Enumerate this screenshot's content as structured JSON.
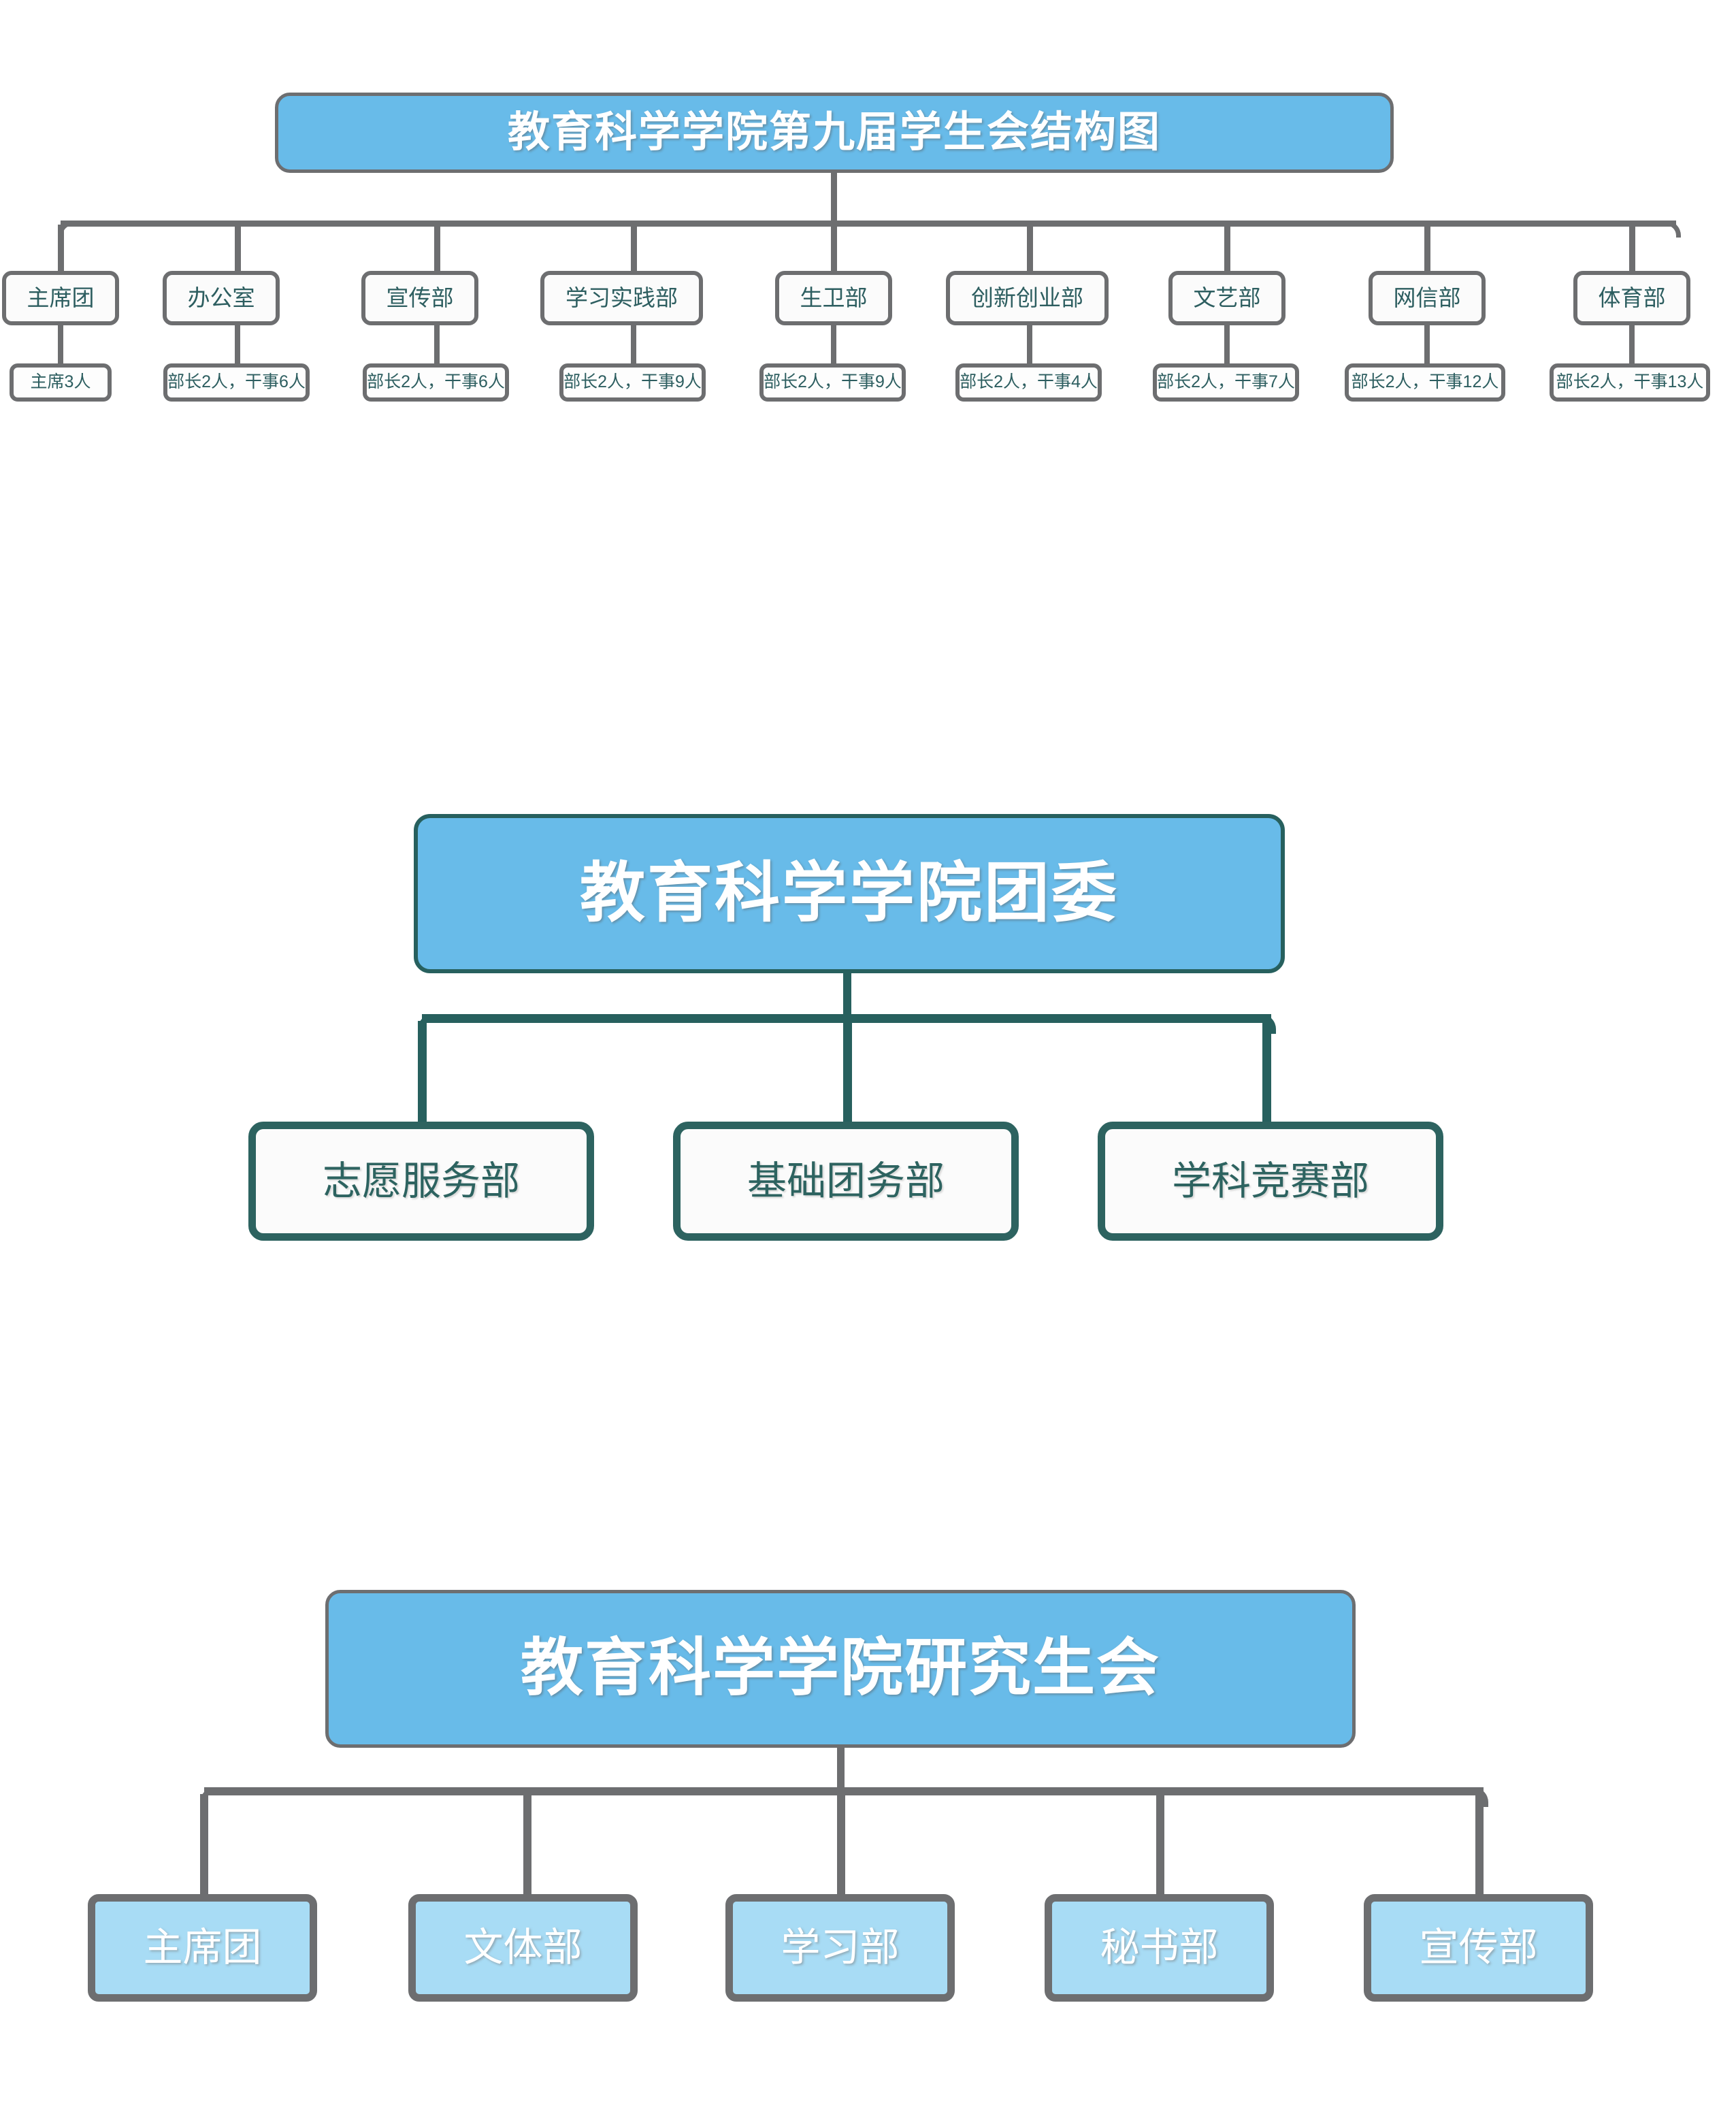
{
  "page": {
    "background_color": "#ffffff",
    "accent_blue": "#68bbe9",
    "accent_light_blue": "#a8dcf5",
    "border_grey": "#6d6e70",
    "border_teal": "#2d6360",
    "text_teal": "#2d5e60"
  },
  "section_student_union": {
    "title": "教育科学学院第九届学生会结构图",
    "departments": [
      {
        "name": "主席团",
        "detail": "主席3人"
      },
      {
        "name": "办公室",
        "detail": "部长2人，干事6人"
      },
      {
        "name": "宣传部",
        "detail": "部长2人，干事6人"
      },
      {
        "name": "学习实践部",
        "detail": "部长2人，干事9人"
      },
      {
        "name": "生卫部",
        "detail": "部长2人，干事9人"
      },
      {
        "name": "创新创业部",
        "detail": "部长2人，干事4人"
      },
      {
        "name": "文艺部",
        "detail": "部长2人，干事7人"
      },
      {
        "name": "网信部",
        "detail": "部长2人，干事12人"
      },
      {
        "name": "体育部",
        "detail": "部长2人，干事13人"
      }
    ]
  },
  "section_youth_league": {
    "title": "教育科学学院团委",
    "departments": [
      {
        "name": "志愿服务部"
      },
      {
        "name": "基础团务部"
      },
      {
        "name": "学科竞赛部"
      }
    ]
  },
  "section_graduate_union": {
    "title": "教育科学学院研究生会",
    "departments": [
      {
        "name": "主席团"
      },
      {
        "name": "文体部"
      },
      {
        "name": "学习部"
      },
      {
        "name": "秘书部"
      },
      {
        "name": "宣传部"
      }
    ]
  }
}
